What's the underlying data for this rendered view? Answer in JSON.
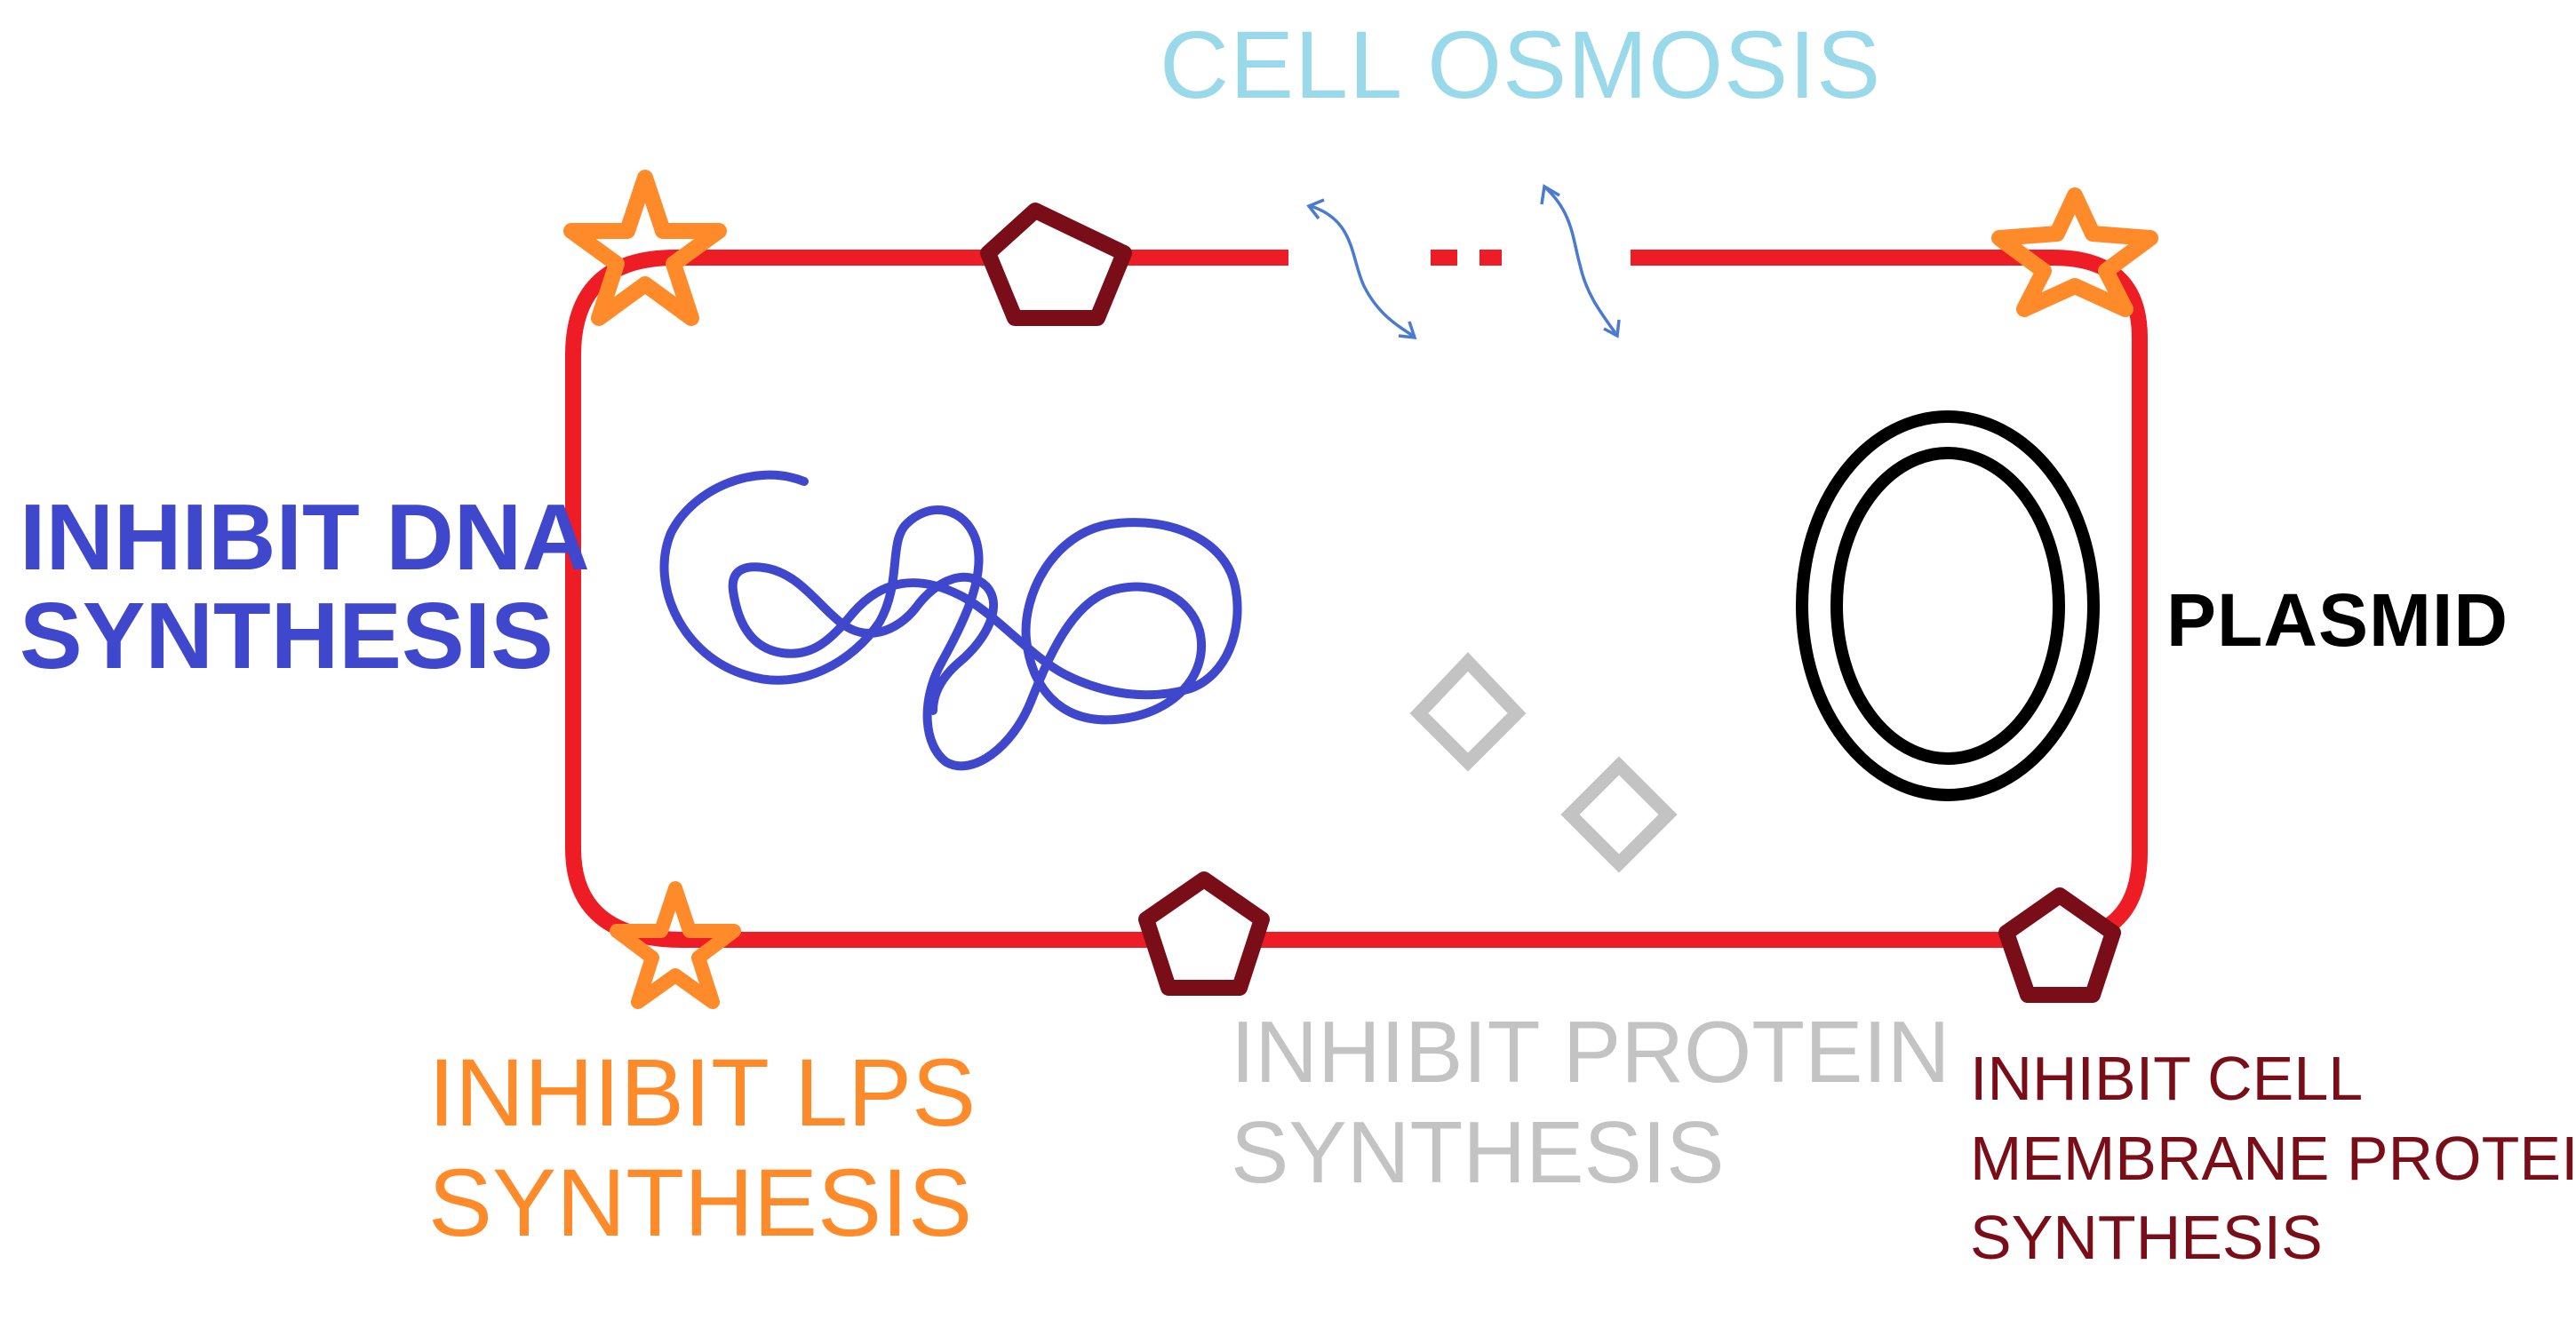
{
  "labels": {
    "cell_osmosis": "CELL OSMOSIS",
    "inhibit_dna": [
      "INHIBIT DNA",
      "SYNTHESIS"
    ],
    "plasmid": "PLASMID",
    "inhibit_lps": [
      "INHIBIT LPS",
      "SYNTHESIS"
    ],
    "inhibit_protein": [
      "INHIBIT PROTEIN",
      "SYNTHESIS"
    ],
    "inhibit_membrane": [
      "INHIBIT CELL",
      "MEMBRANE PROTEIN",
      "SYNTHESIS"
    ]
  },
  "colors": {
    "cell_wall": "#ee1c24",
    "lps_star": "#ff8a2a",
    "membrane_protein": "#7a0e18",
    "dna": "#3f48cc",
    "protein": "#c3c3c3",
    "plasmid": "#000000",
    "osmosis_label": "#99d9ea",
    "osmosis_arrow": "#4a7bd0",
    "lps_label": "#ff8a2a",
    "membrane_label": "#7a0e18",
    "protein_label": "#c3c3c3"
  }
}
